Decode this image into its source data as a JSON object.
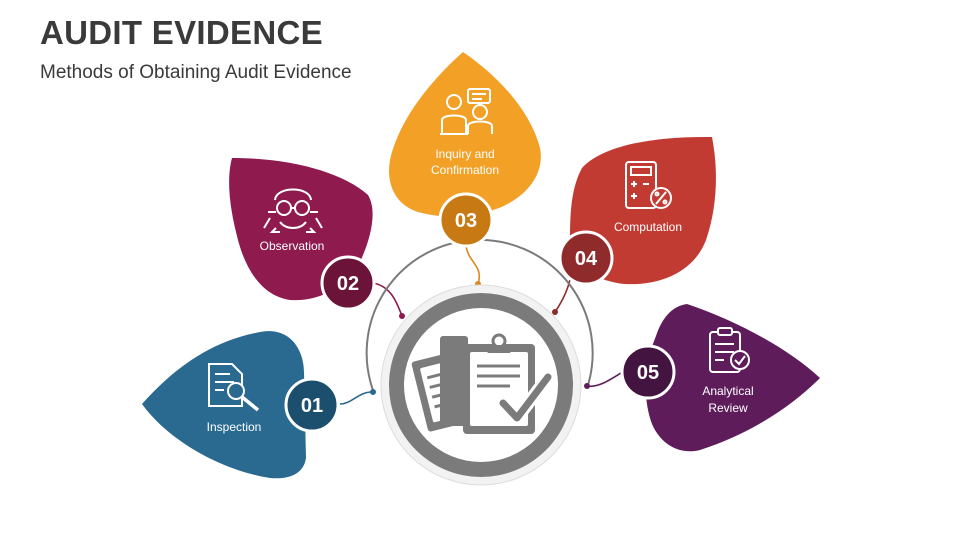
{
  "title": "AUDIT EVIDENCE",
  "subtitle": "Methods of Obtaining Audit Evidence",
  "center": {
    "icon": "documents-checkmark-icon"
  },
  "colors": {
    "inspection": "#2a6a91",
    "observation": "#8e1a4e",
    "inquiry": "#f2a026",
    "computation": "#c23b33",
    "review": "#5e1d5a",
    "ring": "#7a7a7a",
    "center": "#7b7b7b"
  },
  "methods": [
    {
      "number": "01",
      "label": "Inspection",
      "icon": "magnifier-document-icon"
    },
    {
      "number": "02",
      "label": "Observation",
      "icon": "binoculars-person-icon"
    },
    {
      "number": "03",
      "label_lines": [
        "Inquiry and",
        "Confirmation"
      ],
      "icon": "conversation-people-icon"
    },
    {
      "number": "04",
      "label": "Computation",
      "icon": "calculator-percent-icon"
    },
    {
      "number": "05",
      "label_lines": [
        "Analytical",
        "Review"
      ],
      "icon": "clipboard-check-icon"
    }
  ]
}
